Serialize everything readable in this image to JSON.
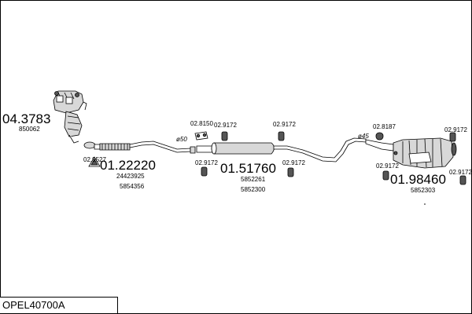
{
  "diagram_title": "OPEL40700A",
  "parts": [
    {
      "id": "manifold",
      "part_number": "04.3783",
      "refs": [
        "850062"
      ]
    },
    {
      "id": "front-pipe",
      "part_number": "01.22220",
      "refs": [
        "24423925",
        "5854356"
      ]
    },
    {
      "id": "middle-silencer",
      "part_number": "01.51760",
      "refs": [
        "5852261",
        "5852300"
      ]
    },
    {
      "id": "rear-silencer",
      "part_number": "01.98460",
      "refs": [
        "5852303"
      ]
    }
  ],
  "small_parts": {
    "front_clamp": "02.9527",
    "gasket": "02.8150",
    "rubber_mount_1": "02.9172",
    "rubber_mount_2": "02.9172",
    "rubber_mount_3": "02.9172",
    "rubber_mount_4": "02.9172",
    "rear_clamp": "02.8187",
    "rubber_mount_5": "02.9172",
    "rubber_mount_6": "02.9172",
    "rubber_mount_7": "02.9172"
  },
  "diameters": {
    "front": "ø50",
    "rear": "ø45"
  },
  "colors": {
    "line": "#000000",
    "fill": "#d8d8d8",
    "dark": "#555555"
  }
}
